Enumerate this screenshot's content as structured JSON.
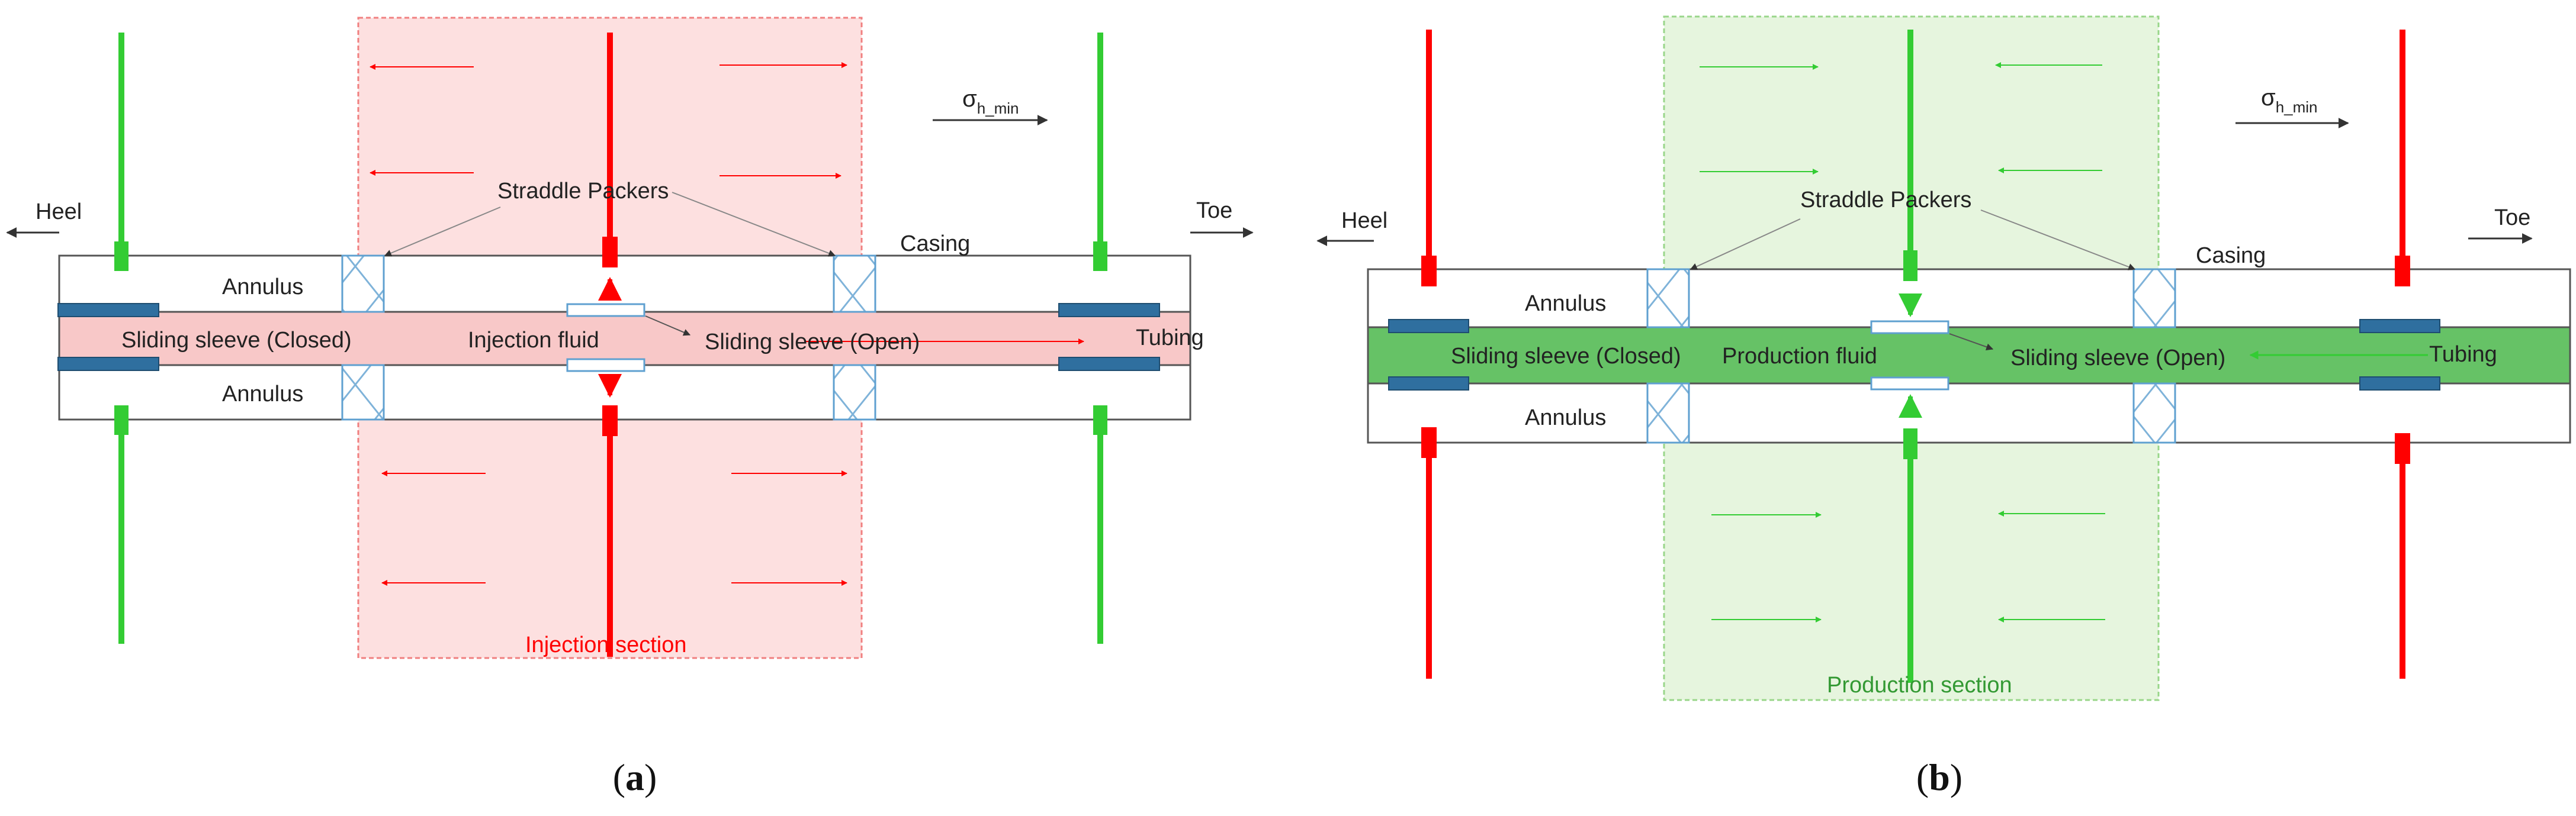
{
  "panels": [
    {
      "id": "a",
      "caption_letter": "a",
      "mode": "injection",
      "section_label": "Injection section",
      "fluid_label": "Injection fluid",
      "packers_label": "Straddle Packers",
      "casing_label": "Casing",
      "tubing_label": "Tubing",
      "annulus_label": "Annulus",
      "sleeve_closed_label": "Sliding sleeve (Closed)",
      "sleeve_open_label": "Sliding sleeve (Open)",
      "heel_label": "Heel",
      "toe_label": "Toe",
      "stress_symbol": "σ",
      "stress_subscript": "h_min",
      "colors": {
        "section_fill": "#fde0e0",
        "section_border": "#f08080",
        "tubing_fill": "#f8c8c8",
        "center_fracture": "#ff0000",
        "outer_fracture": "#33cc33",
        "flow_arrow": "#ff0000",
        "section_text": "#ff0000"
      }
    },
    {
      "id": "b",
      "caption_letter": "b",
      "mode": "production",
      "section_label": "Production section",
      "fluid_label": "Production fluid",
      "packers_label": "Straddle Packers",
      "casing_label": "Casing",
      "tubing_label": "Tubing",
      "annulus_label": "Annulus",
      "sleeve_closed_label": "Sliding sleeve (Closed)",
      "sleeve_open_label": "Sliding sleeve (Open)",
      "heel_label": "Heel",
      "toe_label": "Toe",
      "stress_symbol": "σ",
      "stress_subscript": "h_min",
      "colors": {
        "section_fill": "#e6f5de",
        "section_border": "#99d68a",
        "tubing_fill": "#66c266",
        "center_fracture": "#33cc33",
        "outer_fracture": "#ff0000",
        "flow_arrow": "#33cc33",
        "section_text": "#339933"
      }
    }
  ]
}
